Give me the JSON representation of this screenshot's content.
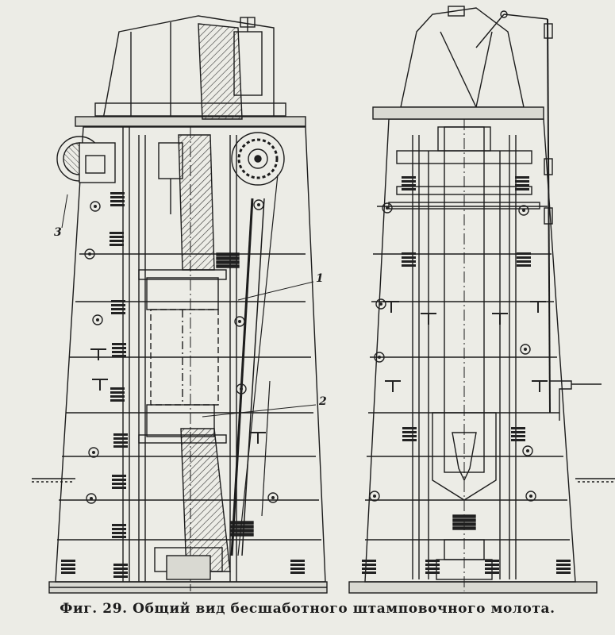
{
  "figure": {
    "caption": "Фиг. 29. Общий вид бесшаботного штамповочного молота.",
    "callouts": [
      {
        "id": "1",
        "text": "1"
      },
      {
        "id": "2",
        "text": "2"
      },
      {
        "id": "3",
        "text": "3"
      }
    ],
    "views": [
      "section-view",
      "front-view"
    ]
  },
  "colors": {
    "paper": "#ecece6",
    "ink": "#1c1c1c",
    "hatch": "#3a3a3a"
  }
}
